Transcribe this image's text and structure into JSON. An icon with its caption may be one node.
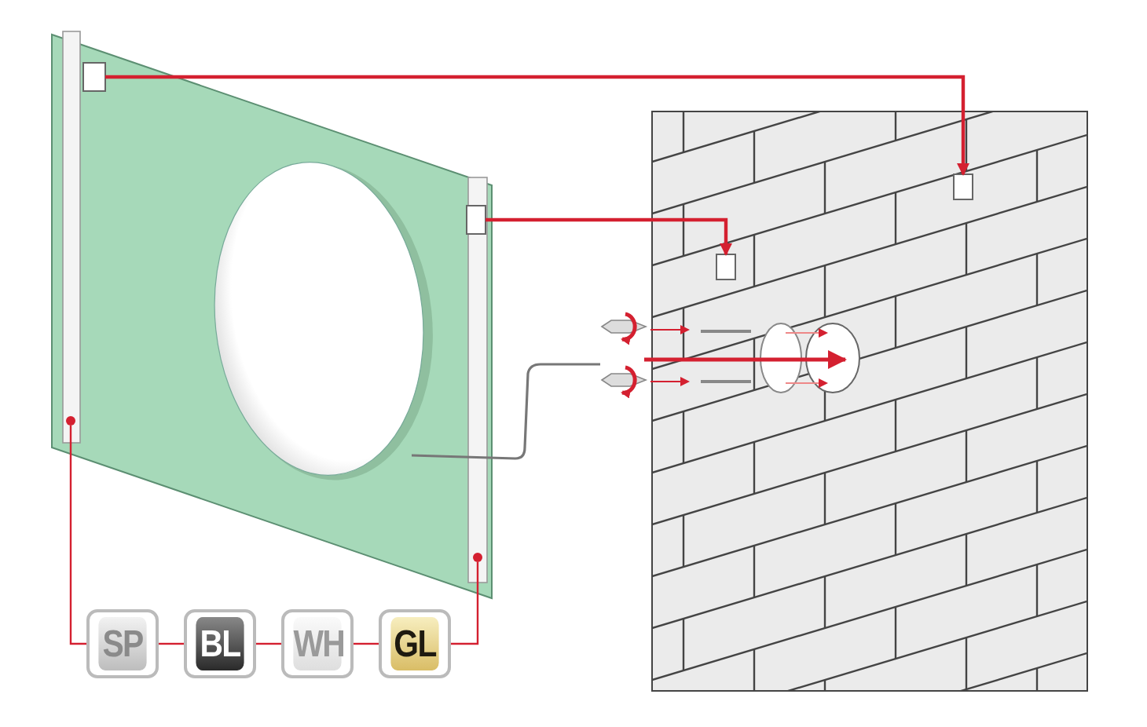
{
  "diagram": {
    "nodes": [
      {
        "text": [],
        "shape": "box"
      },
      {
        "text": [],
        "shape": "box"
      },
      {
        "text": [],
        "shape": "box"
      },
      {
        "text": [],
        "shape": "box"
      },
      {
        "text": [],
        "shape": "circle"
      },
      {
        "text": [],
        "shape": "circle"
      },
      {
        "text": [
          "SP"
        ]
      },
      {
        "text": [
          "BL"
        ]
      },
      {
        "text": [
          "WH"
        ]
      },
      {
        "text": [
          "GL"
        ]
      }
    ],
    "edges": [
      {
        "from": 0,
        "to": 2,
        "arrow": "to"
      },
      {
        "from": 1,
        "to": 3,
        "arrow": "to"
      },
      {
        "from": 4,
        "to": 6,
        "arrow": "none"
      },
      {
        "from": 6,
        "to": 7,
        "arrow": "none"
      },
      {
        "from": 7,
        "to": 8,
        "arrow": "none"
      },
      {
        "from": 8,
        "to": 9,
        "arrow": "none"
      },
      {
        "from": 5,
        "to": 9,
        "arrow": "none"
      }
    ]
  }
}
